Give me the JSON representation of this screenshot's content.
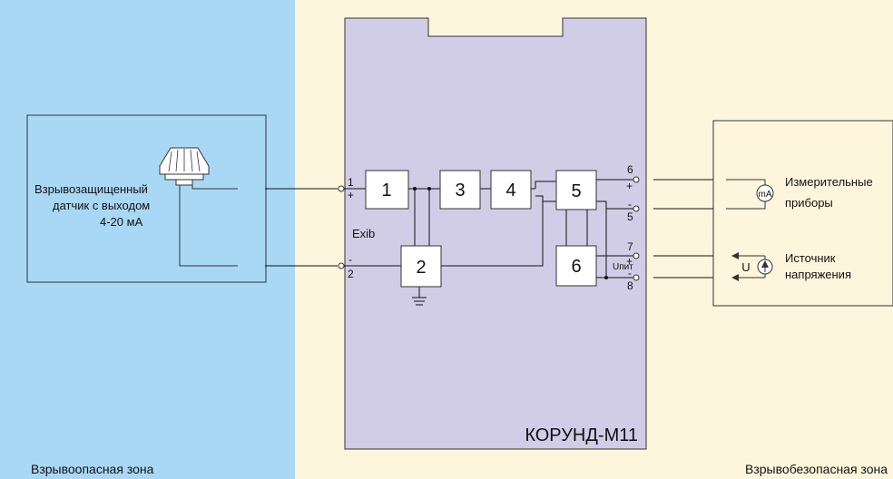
{
  "zones": {
    "hazardous": "Взрывоопасная зона",
    "safe": "Взрывобезопасная зона"
  },
  "sensor": {
    "label_lines": [
      "Взрывозащищенный",
      "датчик с выходом",
      "4-20 мА"
    ]
  },
  "device": {
    "name": "КОРУНД-М11",
    "exib": "Exib",
    "blocks": [
      "1",
      "2",
      "3",
      "4",
      "5",
      "6"
    ],
    "u_pit": "Uпит",
    "left_terminals": [
      {
        "num": "1",
        "sign": "+"
      },
      {
        "num": "2",
        "sign": "-"
      }
    ],
    "right_terminals": [
      {
        "num": "6",
        "sign": "+"
      },
      {
        "num": "5",
        "sign": "-"
      },
      {
        "num": "7",
        "sign": "+"
      },
      {
        "num": "8",
        "sign": "-"
      }
    ]
  },
  "outputs": {
    "meter_symbol": "mA",
    "meter_lines": [
      "Измерительные",
      "приборы"
    ],
    "source_symbol": "U",
    "source_lines": [
      "Источник",
      "напряжения"
    ]
  },
  "colors": {
    "hazardous_zone": "#a9d8f5",
    "safe_zone": "#fdf6dc",
    "device_body": "#d1cde6"
  }
}
